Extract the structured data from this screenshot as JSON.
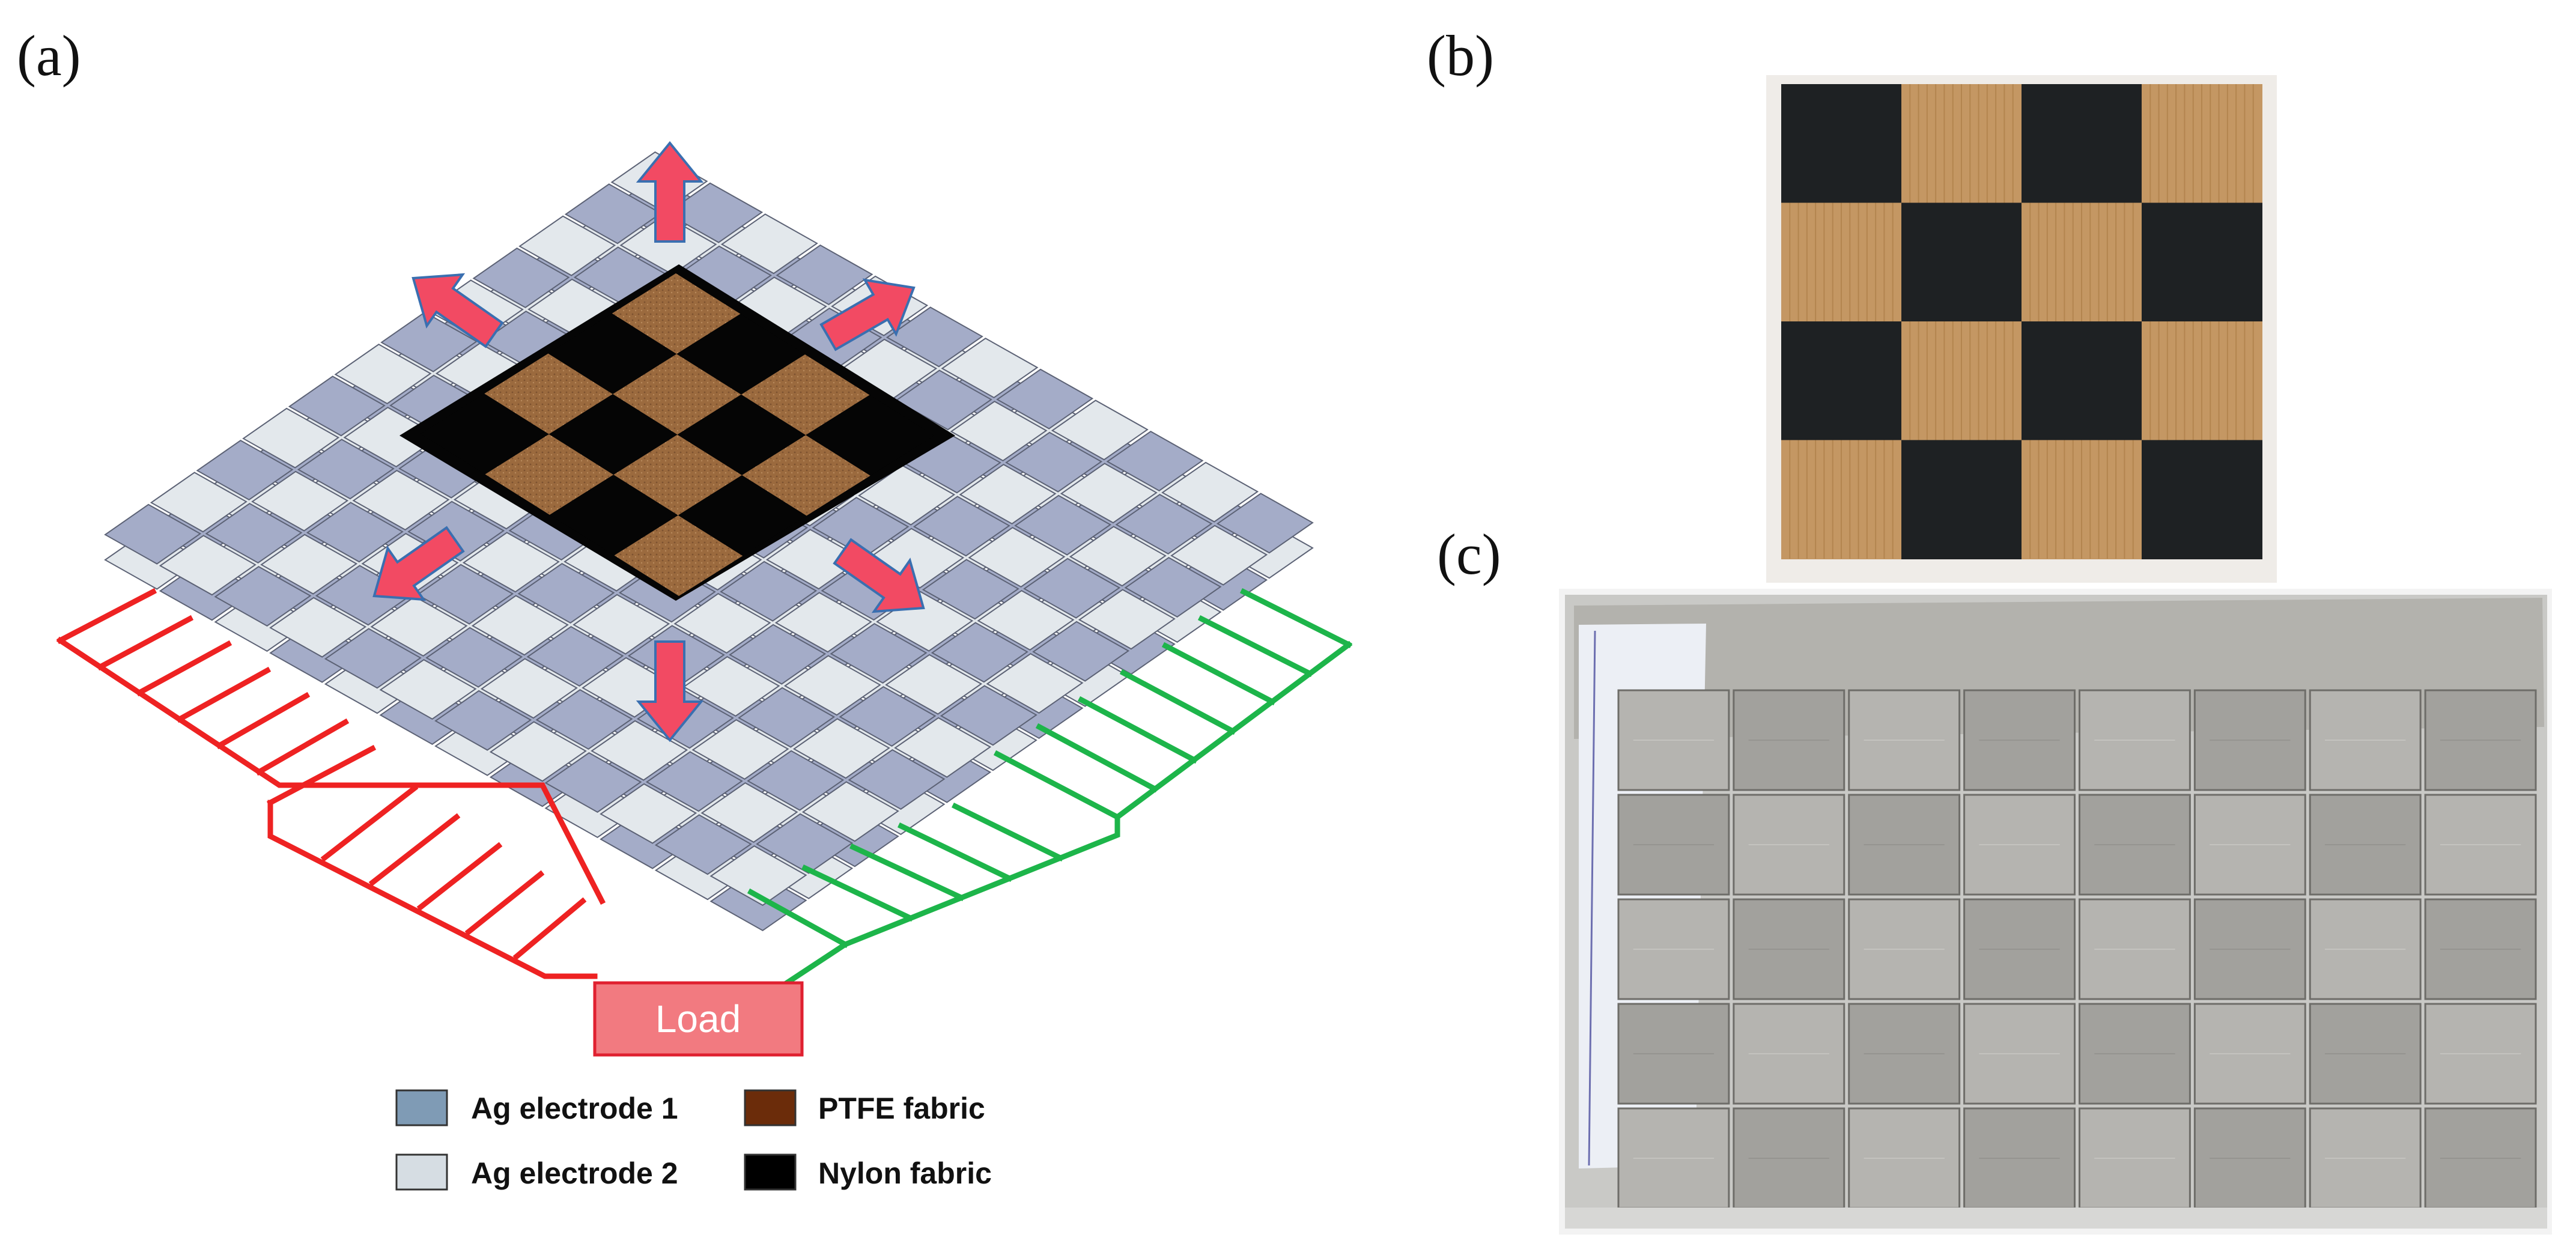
{
  "panels": {
    "a": "(a)",
    "b": "(b)",
    "c": "(c)"
  },
  "load_label": "Load",
  "legend": [
    {
      "label": "Ag electrode 1",
      "color": "#7f9bb5"
    },
    {
      "label": "PTFE fabric",
      "color": "#6b2c0a"
    },
    {
      "label": "Ag electrode 2",
      "color": "#d6dde3"
    },
    {
      "label": "Nylon fabric",
      "color": "#000000"
    }
  ],
  "colors": {
    "electrode_1": "#a4acc8",
    "electrode_2": "#e3e8ec",
    "ptfe": "#9b6a3e",
    "nylon": "#050505",
    "wire_left": "#ee2222",
    "wire_right": "#1db54a",
    "arrow": "#f24a63",
    "load_box": "#f27a80"
  },
  "icons": {
    "arrows": "stretch-arrow-icon",
    "photo_b": "woven-fabric-photo",
    "photo_c": "woven-electrode-photo"
  }
}
